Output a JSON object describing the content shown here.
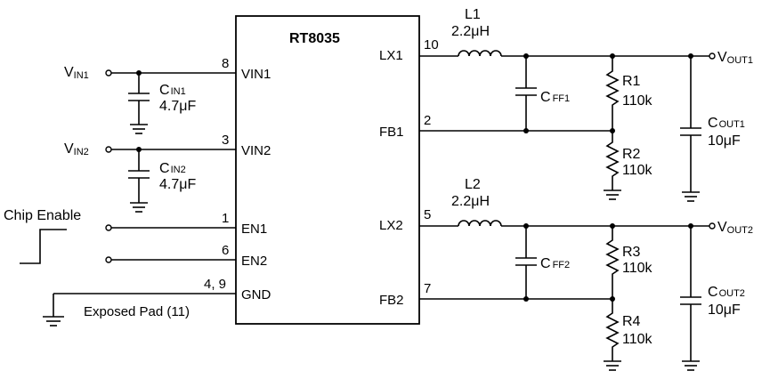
{
  "chip": {
    "name": "RT8035",
    "exposed_pad": "Exposed Pad (11)",
    "left_pins": [
      {
        "num": "8",
        "name": "VIN1"
      },
      {
        "num": "3",
        "name": "VIN2"
      },
      {
        "num": "1",
        "name": "EN1"
      },
      {
        "num": "6",
        "name": "EN2"
      },
      {
        "num": "4, 9",
        "name": "GND"
      }
    ],
    "right_pins": [
      {
        "num": "10",
        "name": "LX1"
      },
      {
        "num": "2",
        "name": "FB1"
      },
      {
        "num": "5",
        "name": "LX2"
      },
      {
        "num": "7",
        "name": "FB2"
      }
    ]
  },
  "inputs": {
    "vin1": {
      "main": "V",
      "sub": "IN1"
    },
    "vin2": {
      "main": "V",
      "sub": "IN2"
    },
    "chip_enable": "Chip Enable"
  },
  "outputs": {
    "vout1": {
      "main": "V",
      "sub": "OUT1"
    },
    "vout2": {
      "main": "V",
      "sub": "OUT2"
    }
  },
  "components": {
    "cin1": {
      "main": "C",
      "sub": "IN1",
      "value": "4.7μF"
    },
    "cin2": {
      "main": "C",
      "sub": "IN2",
      "value": "4.7μF"
    },
    "l1": {
      "name": "L1",
      "value": "2.2μH"
    },
    "l2": {
      "name": "L2",
      "value": "2.2μH"
    },
    "cff1": {
      "main": "C",
      "sub": "FF1"
    },
    "cff2": {
      "main": "C",
      "sub": "FF2"
    },
    "r1": {
      "name": "R1",
      "value": "110k"
    },
    "r2": {
      "name": "R2",
      "value": "110k"
    },
    "r3": {
      "name": "R3",
      "value": "110k"
    },
    "r4": {
      "name": "R4",
      "value": "110k"
    },
    "cout1": {
      "main": "C",
      "sub": "OUT1",
      "value": "10μF"
    },
    "cout2": {
      "main": "C",
      "sub": "OUT2",
      "value": "10μF"
    }
  }
}
